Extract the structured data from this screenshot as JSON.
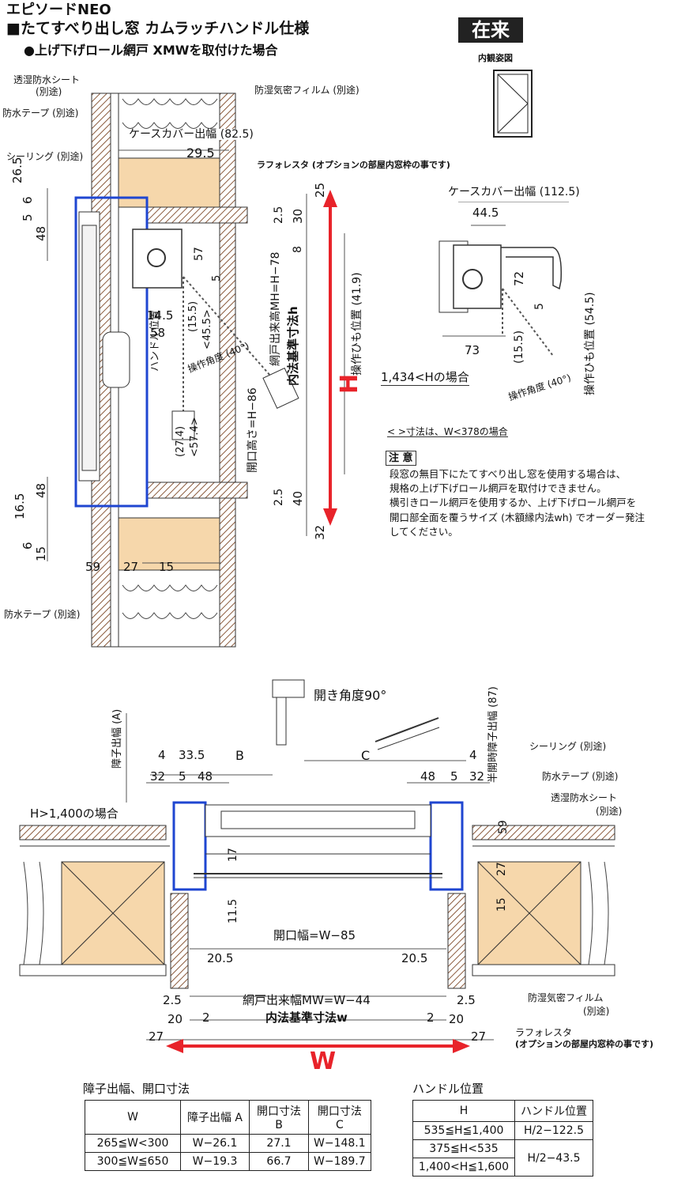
{
  "header": {
    "series": "エピソードNEO",
    "title": "■たてすべり出し窓 カムラッチハンドル仕様",
    "subtitle": "●上げ下げロール網戸 XMWを取付けた場合",
    "badge": "在来",
    "view_label": "内観姿図"
  },
  "section": {
    "labels": {
      "breather_sheet": "透湿防水シート",
      "breather_sheet_note": "(別途)",
      "waterproof_tape": "防水テープ (別途)",
      "sealing": "シーリング (別途)",
      "vapor_film": "防湿気密フィルム (別途)",
      "case_cover": "ケースカバー出幅 (82.5)",
      "laforesta": "ラフォレスタ (オプションの部屋内窓枠の事です)",
      "waterproof_tape_bottom": "防水テープ (別途)",
      "handle_pos": "ハンドル位置",
      "op_angle": "操作角度 (40°)",
      "opening_h": "開口高さ=H−86",
      "screen_h": "網戸出来高MH=H−78",
      "inner_h": "内法基準寸法h",
      "cord_pos": "操作ひも位置 (41.9)",
      "big_h": "H"
    },
    "dims": [
      "26.5",
      "6",
      "5",
      "48",
      "29.5",
      "25",
      "2.5",
      "30",
      "8",
      "57",
      "5",
      "14.5",
      "58",
      "(15.5)",
      "<45.5>",
      "(27.4)",
      "<57.4>",
      "48",
      "16.5",
      "6",
      "15",
      "59",
      "27",
      "15",
      "2.5",
      "40",
      "32"
    ]
  },
  "detail": {
    "case_cover": "ケースカバー出幅 (112.5)",
    "dims": [
      "44.5",
      "72",
      "5",
      "73",
      "(15.5)"
    ],
    "cord_pos": "操作ひも位置 (54.5)",
    "op_angle": "操作角度 (40°)",
    "condition": "1,434<Hの場合"
  },
  "notes": {
    "bracket_note": "<  >寸法は、W<378の場合",
    "caution_label": "注 意",
    "caution_lines": [
      "段窓の無目下にたてすべり出し窓を使用する場合は、",
      "規格の上げ下げロール網戸を取付けできません。",
      "横引きロール網戸を使用するか、上げ下げロール網戸を",
      "開口部全面を覆うサイズ (木額縁内法wh) でオーダー発注",
      "してください。"
    ]
  },
  "plan": {
    "labels": {
      "sash_width_a": "障子出幅 (A)",
      "open_angle": "開き角度90°",
      "half_open": "半開時障子出幅 (87)",
      "b": "B",
      "c": "C",
      "sealing": "シーリング (別途)",
      "waterproof_tape": "防水テープ (別途)",
      "breather_sheet": "透湿防水シート",
      "breather_note": "(別途)",
      "h_case": "H>1,400の場合",
      "opening_w": "開口幅=W−85",
      "screen_w": "網戸出来幅MW=W−44",
      "inner_w": "内法基準寸法w",
      "vapor_film": "防湿気密フィルム",
      "vapor_note": "(別途)",
      "laforesta": "ラフォレスタ",
      "laforesta_note": "(オプションの部屋内窓枠の事です)",
      "big_w": "W"
    },
    "dims": [
      "4",
      "33.5",
      "32",
      "5",
      "48",
      "48",
      "5",
      "32",
      "4",
      "59",
      "17",
      "27",
      "11.5",
      "15",
      "20.5",
      "20.5",
      "2.5",
      "2.5",
      "20",
      "2",
      "2",
      "20",
      "27",
      "27"
    ]
  },
  "tables": {
    "sash": {
      "title": "障子出幅、開口寸法",
      "headers": [
        "W",
        "障子出幅 A",
        "開口寸法 B",
        "開口寸法 C"
      ],
      "rows": [
        [
          "265≦W<300",
          "W−26.1",
          "27.1",
          "W−148.1"
        ],
        [
          "300≦W≦650",
          "W−19.3",
          "66.7",
          "W−189.7"
        ]
      ]
    },
    "handle": {
      "title": "ハンドル位置",
      "headers": [
        "H",
        "ハンドル位置"
      ],
      "rows": [
        [
          "535≦H≦1,400",
          "H/2−122.5"
        ],
        [
          "375≦H<535",
          "H/2−43.5"
        ],
        [
          "1,400<H≦1,600",
          ""
        ]
      ]
    }
  },
  "colors": {
    "accent_red": "#e8232a",
    "frame_blue": "#1f46d1",
    "wood": "#f6d7ab",
    "hatch": "#b9876a"
  }
}
